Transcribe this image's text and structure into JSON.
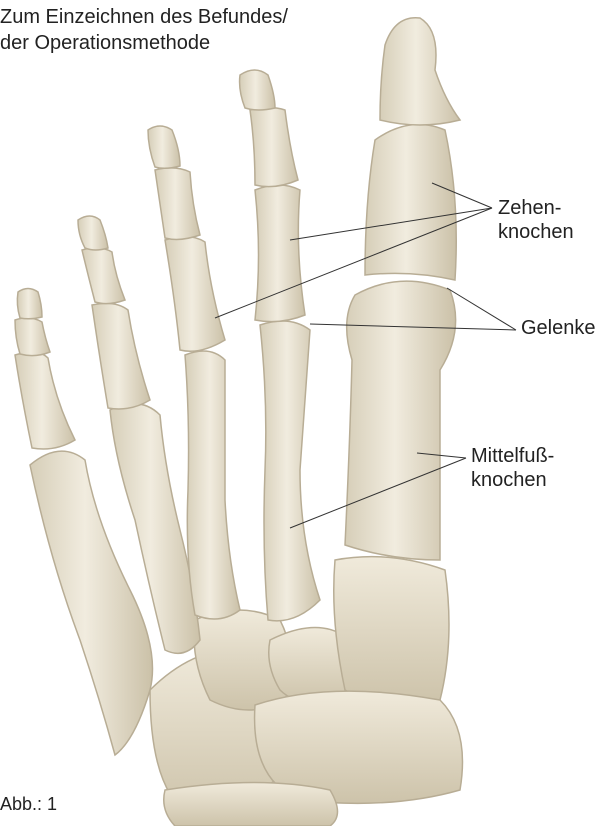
{
  "caption": {
    "line1": "Zum Einzeichnen des Befundes/",
    "line2": "der Operationsmethode"
  },
  "labels": {
    "zehen": {
      "line1": "Zehen-",
      "line2": "knochen"
    },
    "gelenke": "Gelenke",
    "mittelfuss": {
      "line1": "Mittelfuß-",
      "line2": "knochen"
    }
  },
  "figure_label": "Abb.: 1",
  "colors": {
    "bone": "#ece6d6",
    "bone_shadow": "#cfc6b0",
    "bone_outline": "#b8ad95",
    "leader_line": "#333333"
  }
}
